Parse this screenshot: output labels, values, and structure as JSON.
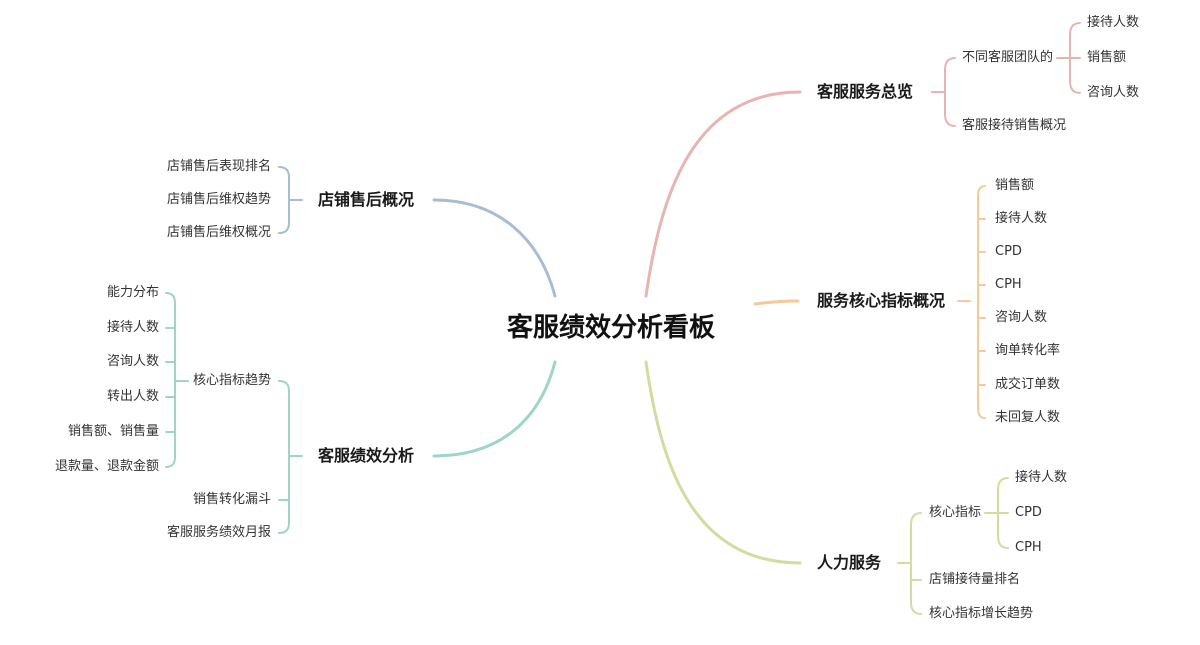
{
  "root": {
    "label": "客服绩效分析看板"
  },
  "colors": {
    "overview": "#e8b4b0",
    "core": "#f5c99a",
    "hr": "#d2dca0",
    "after_sales": "#a8bcd4",
    "performance": "#9fd5c8"
  },
  "branches": {
    "overview": {
      "label": "客服服务总览",
      "children": [
        {
          "label": "不同客服团队的",
          "children": [
            "接待人数",
            "销售额",
            "咨询人数"
          ]
        },
        {
          "label": "客服接待销售概况"
        }
      ]
    },
    "core": {
      "label": "服务核心指标概况",
      "children": [
        "销售额",
        "接待人数",
        "CPD",
        "CPH",
        "咨询人数",
        "询单转化率",
        "成交订单数",
        "未回复人数"
      ]
    },
    "hr": {
      "label": "人力服务",
      "children": [
        {
          "label": "核心指标",
          "children": [
            "接待人数",
            "CPD",
            "CPH"
          ]
        },
        {
          "label": "店铺接待量排名"
        },
        {
          "label": "核心指标增长趋势"
        }
      ]
    },
    "after_sales": {
      "label": "店铺售后概况",
      "children": [
        "店铺售后表现排名",
        "店铺售后维权趋势",
        "店铺售后维权概况"
      ]
    },
    "performance": {
      "label": "客服绩效分析",
      "children": [
        {
          "label": "核心指标趋势",
          "children": [
            "能力分布",
            "接待人数",
            "咨询人数",
            "转出人数",
            "销售额、销售量",
            "退款量、退款金额"
          ]
        },
        {
          "label": "销售转化漏斗"
        },
        {
          "label": "客服服务绩效月报"
        }
      ]
    }
  }
}
